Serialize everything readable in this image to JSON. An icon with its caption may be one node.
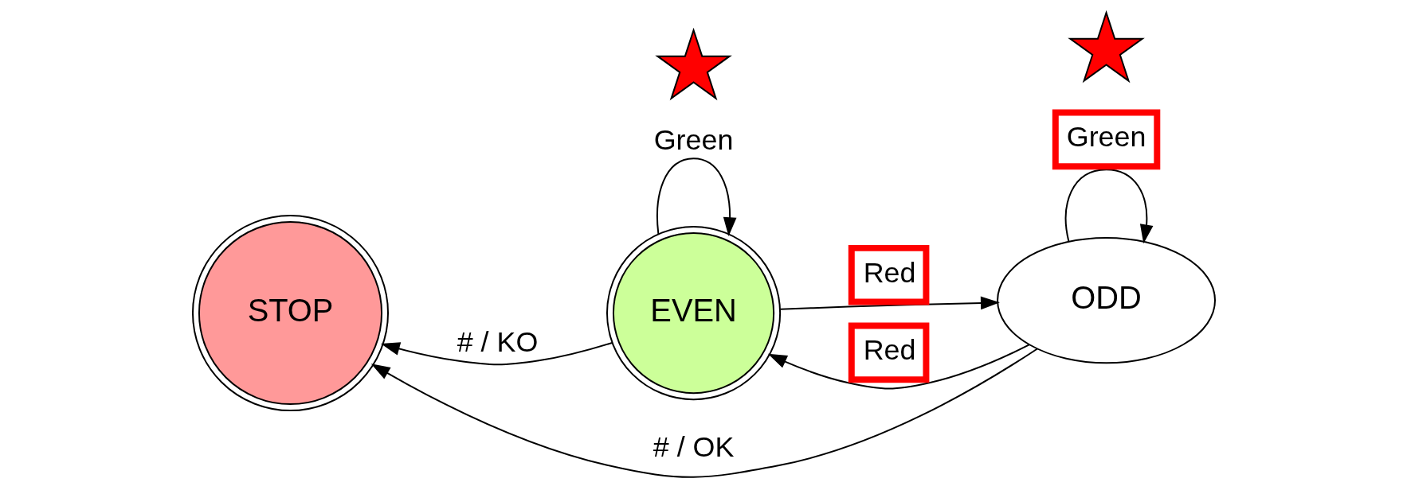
{
  "diagram": {
    "nodes": [
      {
        "text": [
          "STOP"
        ]
      },
      {
        "text": [
          "EVEN"
        ]
      },
      {
        "text": [
          "ODD"
        ]
      },
      {
        "text": [],
        "shape": "star"
      },
      {
        "text": [],
        "shape": "star"
      }
    ],
    "edges": [
      {
        "from": 1,
        "to": 0,
        "arrow": "to",
        "label": "# / KO"
      },
      {
        "from": 1,
        "to": 2,
        "arrow": "to",
        "label": "Red"
      },
      {
        "from": 2,
        "to": 2,
        "arrow": "to",
        "label": "Green"
      },
      {
        "from": 2,
        "to": 1,
        "arrow": "to",
        "label": "Red"
      },
      {
        "from": 1,
        "to": 1,
        "arrow": "to",
        "label": "Green"
      },
      {
        "from": 2,
        "to": 0,
        "arrow": "to",
        "label": "# / OK"
      }
    ]
  }
}
